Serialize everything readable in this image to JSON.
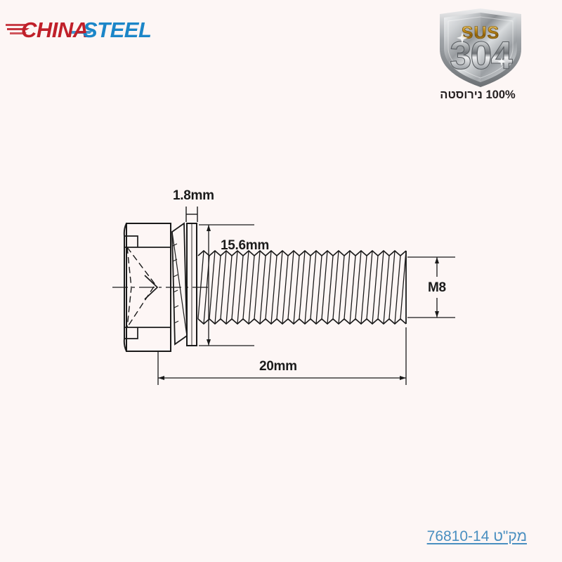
{
  "page": {
    "background_color": "#fdf6f5"
  },
  "logo": {
    "name": "CHINA STEEL",
    "word1": "CHINA",
    "word2": "STEEL",
    "word1_color": "#c0202a",
    "word2_color": "#1b86c8"
  },
  "badge": {
    "grade_prefix": "SUS",
    "grade_number": "304",
    "caption": "100% נירוסטה",
    "metal_color": "#b9bcbe",
    "gold_color": "#b8860b"
  },
  "drawing": {
    "title": "hex bolt with spring washer and flat washer",
    "dimensions": {
      "washer_thickness": "1.8mm",
      "thread_length": "15.6mm",
      "thread_size": "M8",
      "overall_length": "20mm"
    },
    "line_color": "#1a1a1a"
  },
  "footer": {
    "sku_label": "מק\"ט 76810-14",
    "sku_color": "#4a8fc0"
  }
}
